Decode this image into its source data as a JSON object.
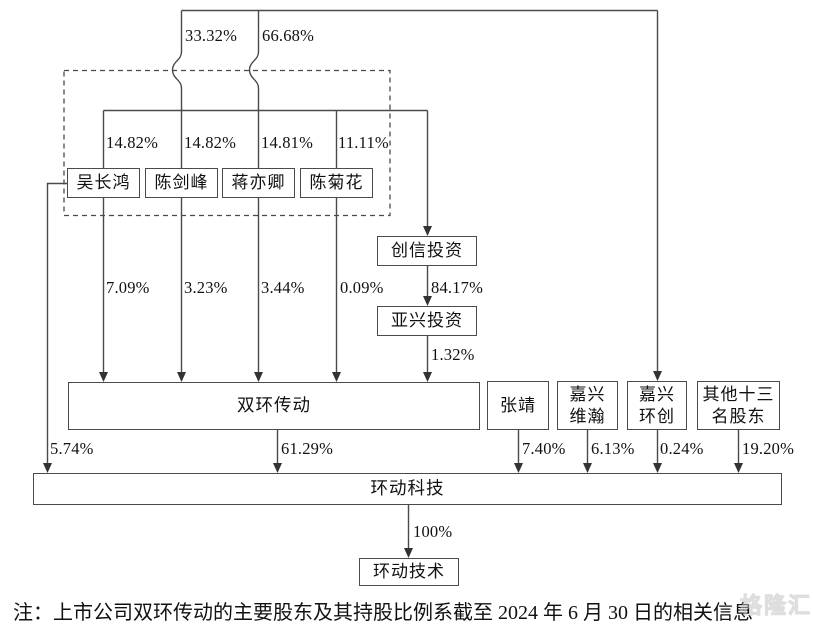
{
  "nodes": {
    "wu_changhong": "吴长鸿",
    "chen_jianfeng": "陈剑峰",
    "jiang_yiqing": "蒋亦卿",
    "chen_juhua": "陈菊花",
    "chuangxin_investment": "创信投资",
    "yaxing_investment": "亚兴投资",
    "shuanghuan_transmission": "双环传动",
    "zhang_jing": "张靖",
    "jiaxing_weihan_line1": "嘉兴",
    "jiaxing_weihan_line2": "维瀚",
    "jiaxing_huanchuang_line1": "嘉兴",
    "jiaxing_huanchuang_line2": "环创",
    "other_thirteen_line1": "其他十三",
    "other_thirteen_line2": "名股东",
    "huandong_keji": "环动科技",
    "huandong_jishu": "环动技术"
  },
  "percentages": {
    "chen_jianfeng_to_jiaxing_huanchuang": "33.32%",
    "jiang_yiqing_to_jiaxing_huanchuang": "66.68%",
    "wu_changhong_to_chuangxin": "14.82%",
    "chen_jianfeng_to_chuangxin": "14.82%",
    "jiang_yiqing_to_chuangxin": "14.81%",
    "chen_juhua_to_chuangxin": "11.11%",
    "wu_changhong_to_shuanghuan": "7.09%",
    "chen_jianfeng_to_shuanghuan": "3.23%",
    "jiang_yiqing_to_shuanghuan": "3.44%",
    "chen_juhua_to_shuanghuan": "0.09%",
    "chuangxin_to_yaxing": "84.17%",
    "yaxing_to_shuanghuan": "1.32%",
    "wu_changhong_to_huandong_keji": "5.74%",
    "shuanghuan_to_huandong_keji": "61.29%",
    "zhang_jing_to_huandong_keji": "7.40%",
    "jiaxing_weihan_to_huandong_keji": "6.13%",
    "jiaxing_huanchuang_to_huandong_keji": "0.24%",
    "other_thirteen_to_huandong_keji": "19.20%",
    "huandong_keji_to_huandong_jishu": "100%"
  },
  "note": "注：上市公司双环传动的主要股东及其持股比例系截至 2024 年 6 月 30 日的相关信息",
  "watermark_text": "格隆汇",
  "colors": {
    "line": "#4a4a4a",
    "text": "#111111",
    "background": "#ffffff",
    "watermark": "#c4c4c4"
  }
}
